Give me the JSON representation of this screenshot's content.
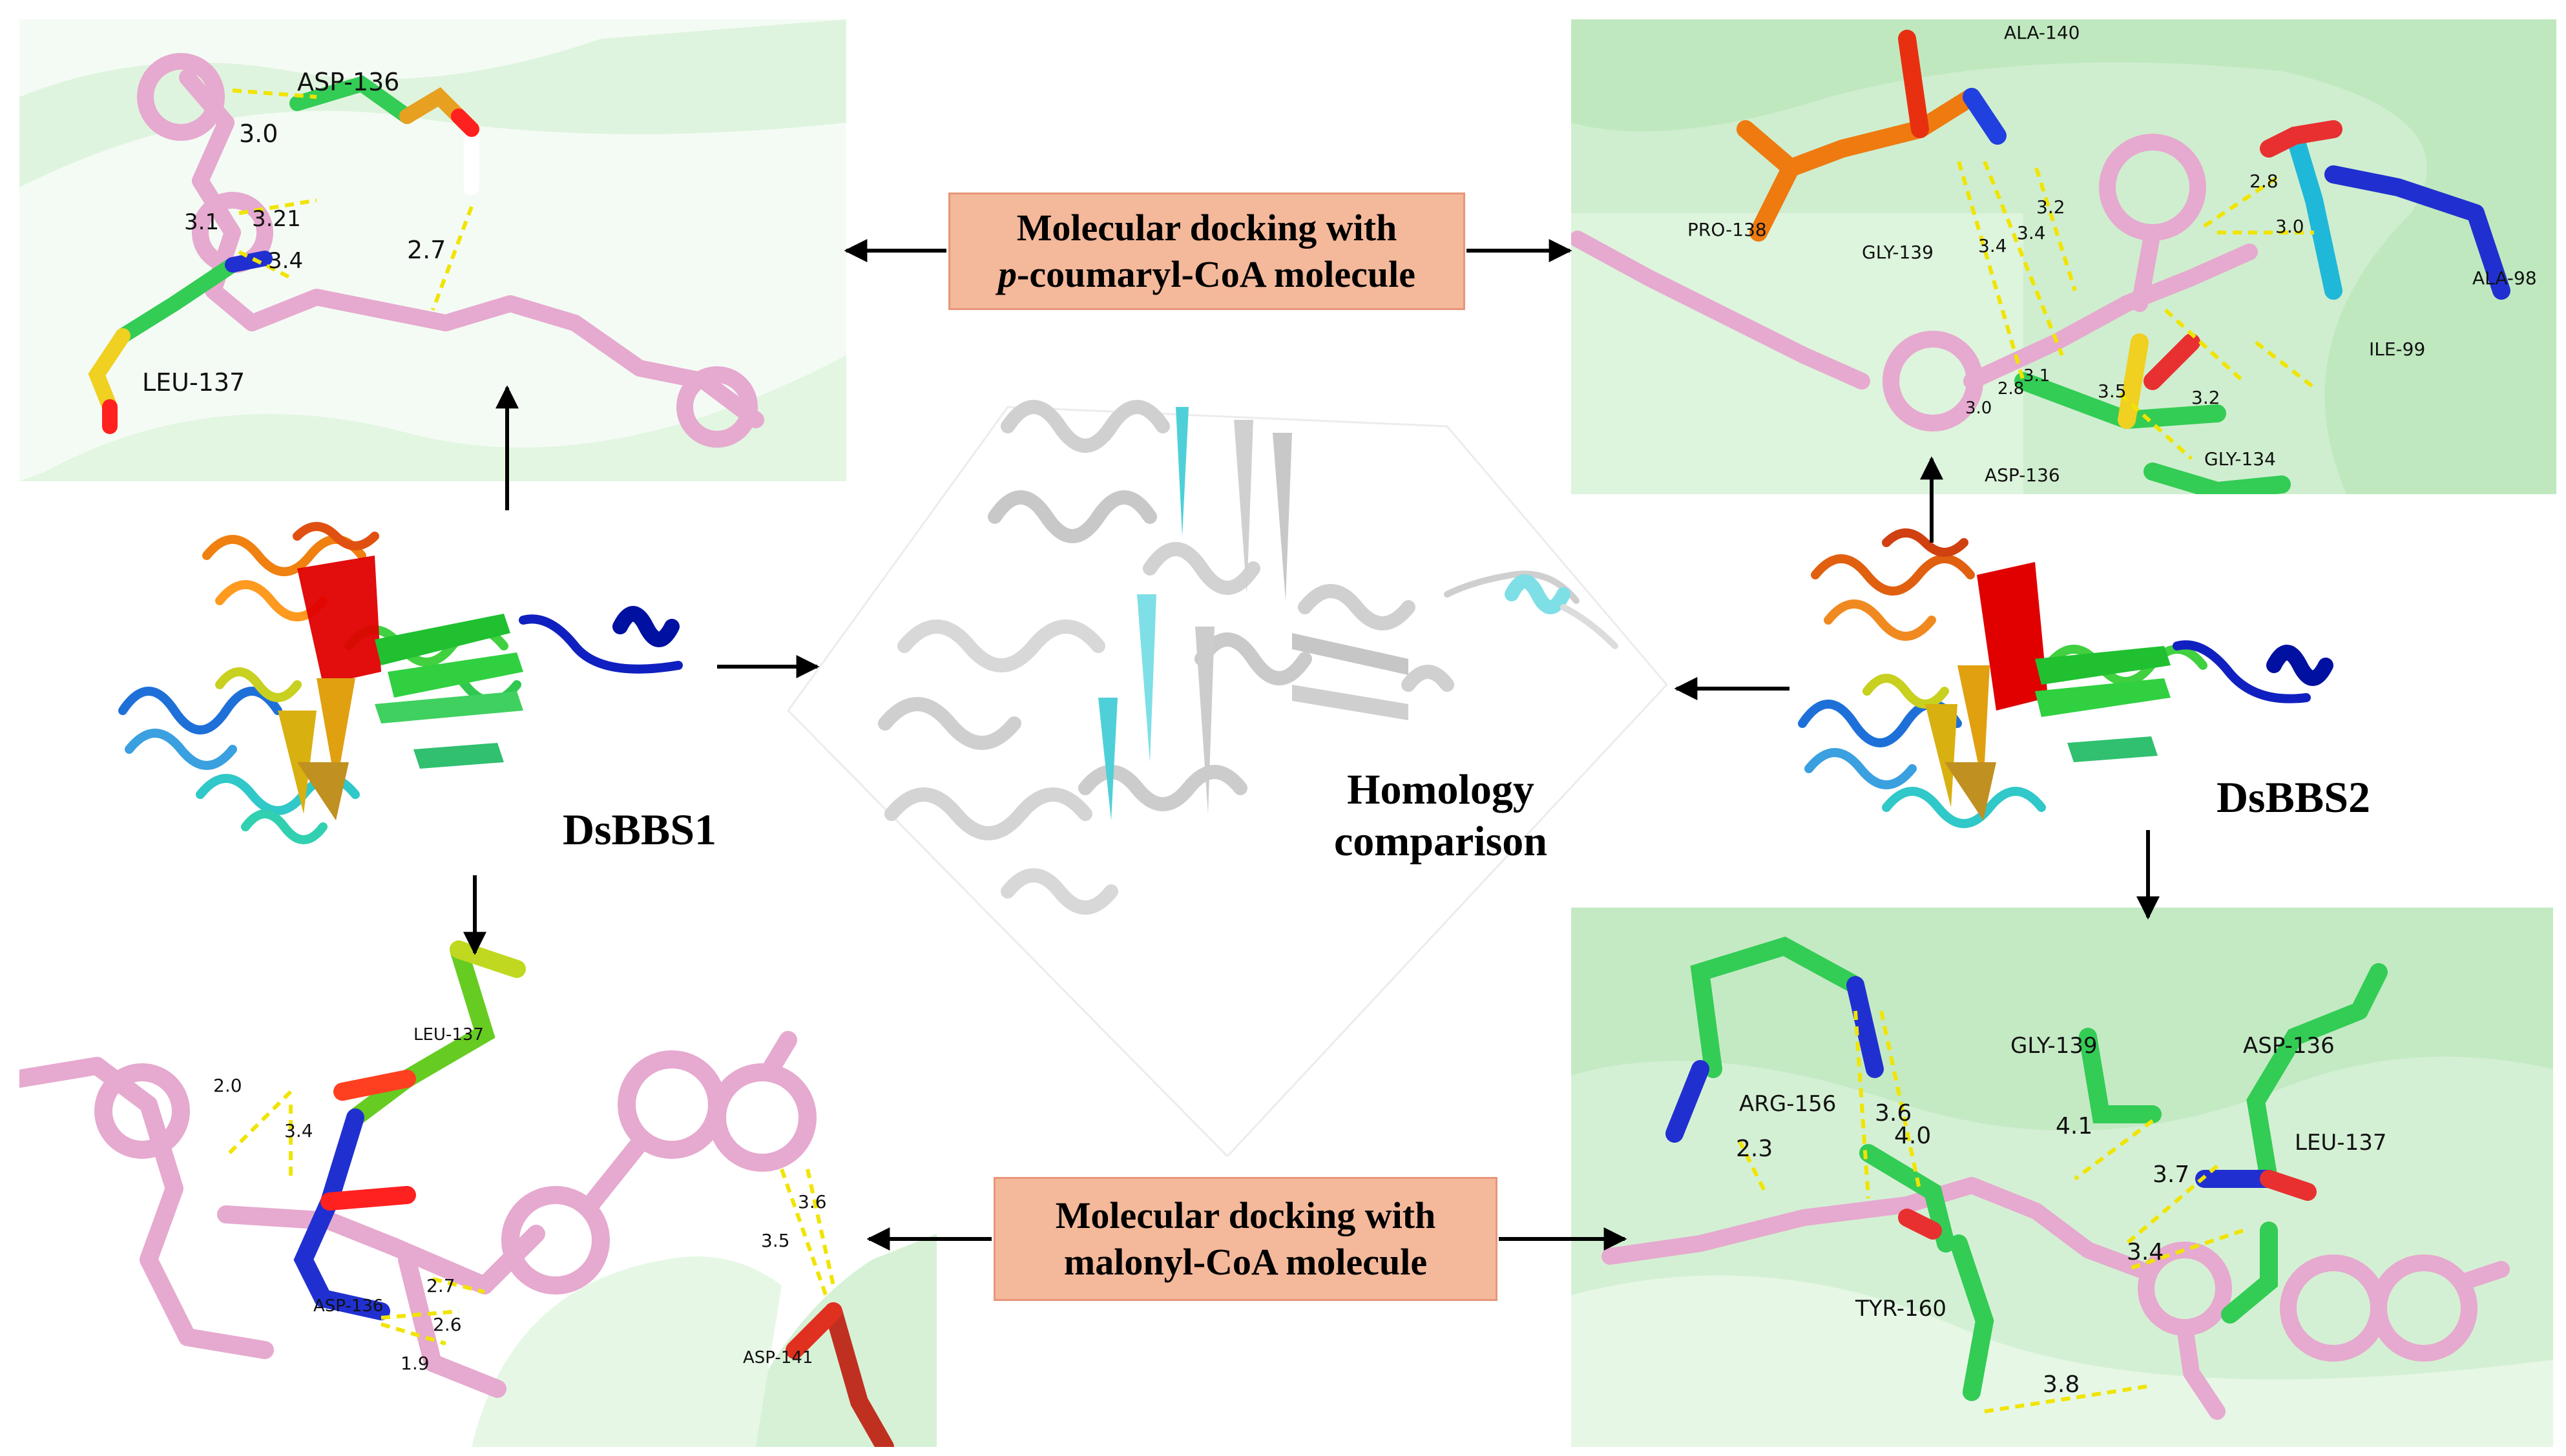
{
  "callouts": {
    "top_line1": "Molecular docking with",
    "top_line2_prefix": "p",
    "top_line2_rest": "-coumaryl-CoA molecule",
    "bottom_line1": "Molecular docking with",
    "bottom_line2": "malonyl-CoA molecule"
  },
  "labels": {
    "dsbbs1": "DsBBS1",
    "dsbbs2": "DsBBS2",
    "homology_line1": "Homology",
    "homology_line2": "comparison"
  },
  "top_left": {
    "residues": [
      "ASP-136",
      "LEU-137"
    ],
    "distances": [
      "3.0",
      "3.1",
      "3.21",
      "3.4",
      "2.7"
    ]
  },
  "top_right": {
    "residues": [
      "ALA-140",
      "PRO-138",
      "GLY-139",
      "ALA-98",
      "ILE-99",
      "ASP-136",
      "GLY-134"
    ],
    "distances": [
      "3.4",
      "3.4",
      "3.2",
      "2.8",
      "3.0",
      "3.5",
      "3.2",
      "3.0",
      "2.8",
      "3.1"
    ]
  },
  "bottom_left": {
    "residues": [
      "LEU-137",
      "ASP-136",
      "ASP-141"
    ],
    "distances": [
      "2.0",
      "3.4",
      "2.7",
      "2.6",
      "1.9",
      "3.6",
      "3.5"
    ]
  },
  "bottom_right": {
    "residues": [
      "GLY-139",
      "ASP-136",
      "ARG-156",
      "LEU-137",
      "TYR-160"
    ],
    "distances": [
      "3.6",
      "4.0",
      "2.3",
      "4.1",
      "3.7",
      "3.4",
      "3.8"
    ]
  },
  "colors": {
    "ligand": "#e6a9cf",
    "bond": "#f0e400",
    "callout_fill": "#f4b89a",
    "protein_bg": "#c8eec8"
  }
}
